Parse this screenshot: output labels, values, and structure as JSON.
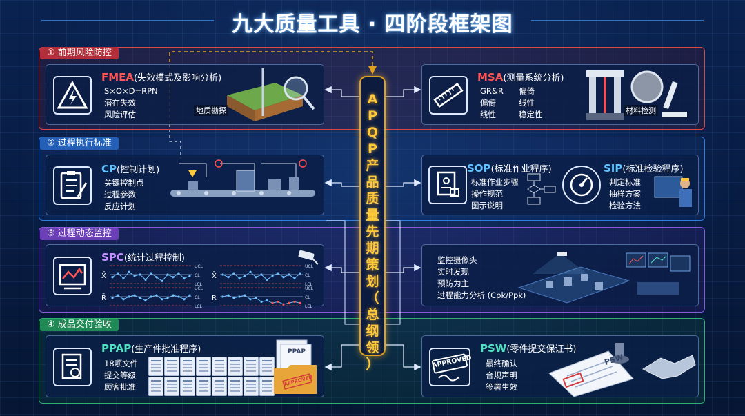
{
  "title": "九大质量工具 · 四阶段框架图",
  "colors": {
    "phase1": "#d94848",
    "phase2": "#2f7fe0",
    "phase3": "#8a5ad8",
    "phase4": "#2fb070",
    "apqp": "#ffc93c"
  },
  "center": {
    "label": "APQP产品质量先期策划（总纲领）",
    "chars": [
      "A",
      "P",
      "Q",
      "P",
      "产",
      "品",
      "质",
      "量",
      "先",
      "期",
      "策",
      "划",
      "（",
      "总",
      "纲",
      "领",
      "）"
    ]
  },
  "phases": [
    {
      "label": "① 前期风险防控",
      "cards": [
        {
          "title": "FMEA",
          "subtitle": "(失效模式及影响分析)",
          "icon": "warning-lightning-icon",
          "lines": [
            "S×O×D=RPN",
            "潜在失效",
            "风险评估"
          ],
          "caption": "地质勘探"
        },
        {
          "title": "MSA",
          "subtitle": "(测量系统分析)",
          "icon": "ruler-icon",
          "lines_left": [
            "GR&R",
            "偏倚",
            "线性"
          ],
          "lines_right": [
            "偏倚",
            "线性",
            "稳定性"
          ],
          "caption": "材料检测"
        }
      ]
    },
    {
      "label": "② 过程执行标准",
      "cards": [
        {
          "title": "CP",
          "subtitle": "(控制计划)",
          "icon": "clipboard-checklist-icon",
          "lines": [
            "关键控制点",
            "过程参数",
            "反应计划"
          ]
        },
        {
          "title": "SOP",
          "subtitle": "(标准作业程序)",
          "icon": "document-flow-icon",
          "lines": [
            "标准作业步骤",
            "操作规范",
            "图示说明"
          ]
        },
        {
          "title": "SIP",
          "subtitle": "(标准检验程序)",
          "icon": "gauge-icon",
          "lines": [
            "判定标准",
            "抽样方案",
            "检验方法"
          ]
        }
      ]
    },
    {
      "label": "③ 过程动态监控",
      "cards": [
        {
          "title": "SPC",
          "subtitle": "(统计过程控制)",
          "icon": "trend-chart-icon",
          "chart_labels": [
            "X̄",
            "R̄",
            "X̄",
            "R"
          ],
          "limit_labels": [
            "UCL",
            "CL",
            "LCL"
          ]
        },
        {
          "title": "",
          "lines": [
            "监控摄像头",
            "实时发现",
            "预防为主",
            "过程能力分析 (Cpk/Ppk)"
          ]
        }
      ]
    },
    {
      "label": "④ 成品交付验收",
      "cards": [
        {
          "title": "PPAP",
          "subtitle": "(生产件批准程序)",
          "icon": "certificate-icon",
          "lines": [
            "18项文件",
            "提交等级",
            "顾客批准"
          ],
          "folder_label": "PPAP",
          "stamp": "APPROVED"
        },
        {
          "title": "PSW",
          "subtitle": "(零件提交保证书)",
          "icon": "approved-stamp-icon",
          "stamp": "APPROVED",
          "lines": [
            "最终确认",
            "合规声明",
            "签署生效"
          ],
          "doc_label": "PSW"
        }
      ]
    }
  ]
}
